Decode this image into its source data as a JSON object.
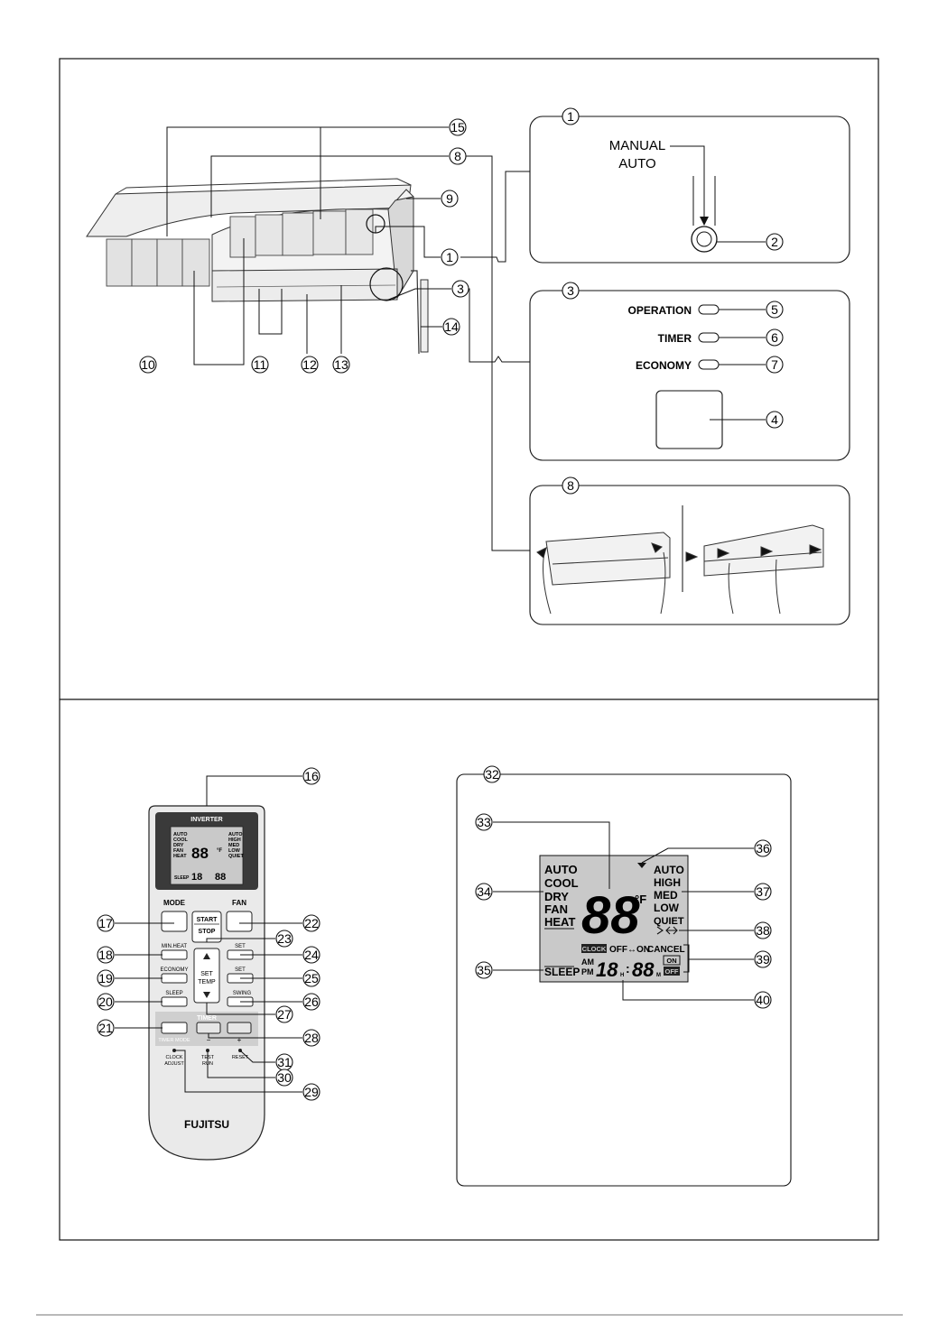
{
  "callouts": {
    "n1": "1",
    "n2": "2",
    "n3": "3",
    "n4": "4",
    "n5": "5",
    "n6": "6",
    "n7": "7",
    "n8": "8",
    "n9": "9",
    "n10": "10",
    "n11": "11",
    "n12": "12",
    "n13": "13",
    "n14": "14",
    "n15": "15",
    "n16": "16",
    "n17": "17",
    "n18": "18",
    "n19": "19",
    "n20": "20",
    "n21": "21",
    "n22": "22",
    "n23": "23",
    "n24": "24",
    "n25": "25",
    "n26": "26",
    "n27": "27",
    "n28": "28",
    "n29": "29",
    "n30": "30",
    "n31": "31",
    "n32": "32",
    "n33": "33",
    "n34": "34",
    "n35": "35",
    "n36": "36",
    "n37": "37",
    "n38": "38",
    "n39": "39",
    "n40": "40"
  },
  "manual_auto": {
    "line1": "MANUAL",
    "line2": "AUTO"
  },
  "indicators": {
    "operation": "OPERATION",
    "timer": "TIMER",
    "economy": "ECONOMY"
  },
  "remote": {
    "brand_top": "INVERTER",
    "mode": "MODE",
    "fan": "FAN",
    "start": "START",
    "stop": "STOP",
    "min_heat": "MIN.HEAT",
    "economy": "ECONOMY",
    "sleep": "SLEEP",
    "set_temp_1": "SET",
    "set_temp_2": "TEMP",
    "set_vert": "SET",
    "set_horiz": "SET",
    "swing": "SWING",
    "timer": "TIMER",
    "timer_mode": "TIMER MODE",
    "minus": "−",
    "plus": "+",
    "clock_adjust_1": "CLOCK",
    "clock_adjust_2": "ADJUST",
    "test_run_1": "TEST",
    "test_run_2": "RUN",
    "reset": "RESET",
    "logo": "FUJITSU"
  },
  "lcd": {
    "modes": [
      "AUTO",
      "COOL",
      "DRY",
      "FAN",
      "HEAT"
    ],
    "fan_speeds": [
      "AUTO",
      "HIGH",
      "MED",
      "LOW",
      "QUIET"
    ],
    "temp_digits": "88",
    "temp_unit": "°F",
    "sleep": "SLEEP",
    "clock": "CLOCK",
    "off_on": "OFF↔ON",
    "cancel": "CANCEL",
    "on": "ON",
    "off": "OFF",
    "am": "AM",
    "pm": "PM",
    "hours": "18",
    "h": "H",
    "colon": ":",
    "minutes": "88",
    "m": "M"
  }
}
